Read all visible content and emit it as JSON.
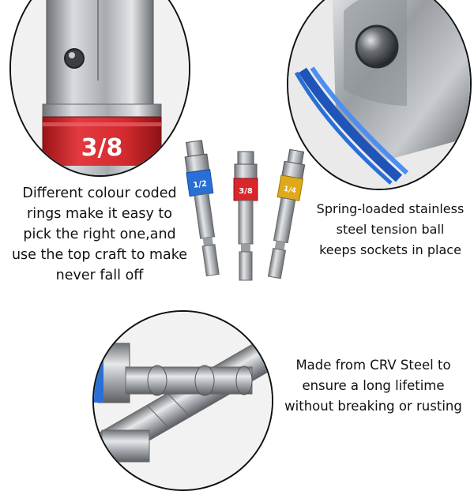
{
  "captions": {
    "left": [
      "Different colour coded",
      "rings make it easy to",
      "pick the right one,and",
      "use the top craft to make",
      "never fall off"
    ],
    "right": [
      "Spring-loaded stainless",
      "steel tension ball",
      "keeps sockets in place"
    ],
    "bottom": [
      "Made from CRV Steel to",
      "ensure a long lifetime",
      "without breaking or rusting"
    ]
  },
  "ring_labels": {
    "large": "3/8",
    "blue": "1/2",
    "red": "3/8",
    "yellow": "1/4"
  },
  "colors": {
    "red_ring": "#d8262b",
    "blue_ring": "#2a6fd6",
    "yellow_ring": "#e0a91a",
    "steel": "#b9bcc0"
  },
  "icons": [
    "socket-adapter-bit"
  ]
}
